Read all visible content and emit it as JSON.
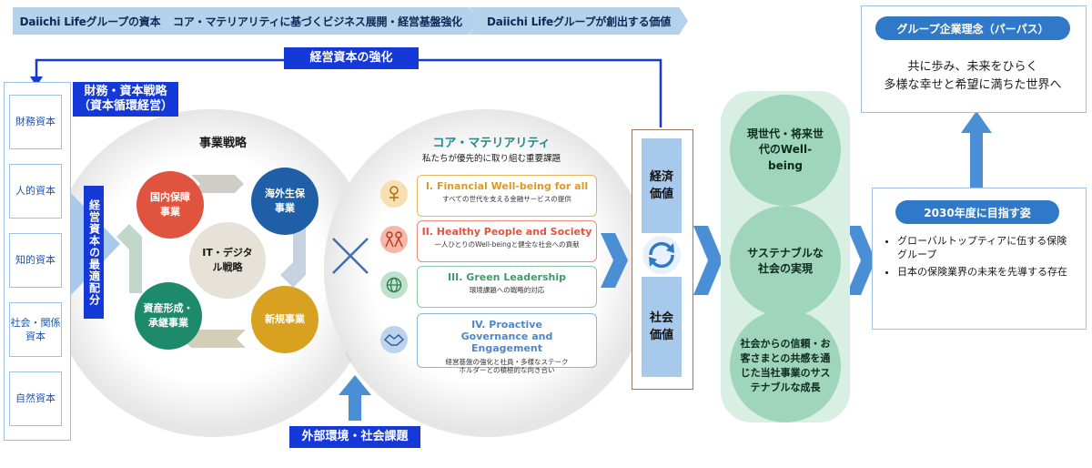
{
  "header": {
    "steps": [
      "Daiichi Lifeグループの資本",
      "コア・マテリアリティに基づくビジネス展開・経営基盤強化",
      "Daiichi Lifeグループが創出する価値"
    ]
  },
  "capital": {
    "label": "経営資本の強化",
    "finance_label_line1": "財務・資本戦略",
    "finance_label_line2": "（資本循環経営）",
    "optimal_allocation": "経営資本の最適配分",
    "items": [
      "財務資本",
      "人的資本",
      "知的資本",
      "社会・関係資本",
      "自然資本"
    ]
  },
  "business_strategy": {
    "title": "事業戦略",
    "center": "IT・デジタル戦略",
    "segments": [
      "国内保障事業",
      "海外生保事業",
      "新規事業",
      "資産形成・承継事業"
    ]
  },
  "core_materiality": {
    "title": "コア・マテリアリティ",
    "subtitle": "私たちが優先的に取り組む重要課題",
    "items": [
      {
        "title": "I. Financial Well-being for all",
        "desc": "すべての世代を支える金融サービスの提供"
      },
      {
        "title": "II. Healthy People and Society",
        "desc": "一人ひとりのWell-beingと健全な社会への貢献"
      },
      {
        "title": "III. Green Leadership",
        "desc": "環境課題への戦略的対応"
      },
      {
        "title": "IV. Proactive Governance and Engagement",
        "desc": "経営基盤の強化と社員・多様なステークホルダーとの積極的な向き合い"
      }
    ]
  },
  "external": {
    "label": "外部環境・社会課題"
  },
  "value": {
    "economic": "経済価値",
    "social": "社会価値"
  },
  "outcomes": [
    "現世代・将来世代のWell-being",
    "サステナブルな社会の実現",
    "社会からの信頼・お客さまとの共感を通じた当社事業のサステナブルな成長"
  ],
  "vision_2030": {
    "title": "2030年度に目指す姿",
    "bullets": [
      "グローバルトップティアに伍する保険グループ",
      "日本の保険業界の未来を先導する存在"
    ]
  },
  "purpose": {
    "title": "グループ企業理念（パーパス）",
    "lines": [
      "共に歩み、未来をひらく",
      "多様な幸せと希望に満ちた世界へ"
    ]
  },
  "colors": {
    "blue_dark": "#1539d8",
    "blue_mid": "#2f79c8",
    "blue_light": "#b5d2ec",
    "green": "#9fd4bd",
    "domestic": "#e0533f",
    "overseas": "#1f5fa8",
    "new_biz": "#d8a11f",
    "asset": "#1e8a6c",
    "it_center": "#e6e2d8",
    "m1": "#d99a2b",
    "m2": "#e0533f",
    "m3": "#3f9a6a",
    "m4": "#4f86c6"
  },
  "icons": [
    "person-heart-icon",
    "family-icon",
    "globe-leaf-icon",
    "handshake-icon",
    "cycle-arrows-icon",
    "cross-icon"
  ]
}
